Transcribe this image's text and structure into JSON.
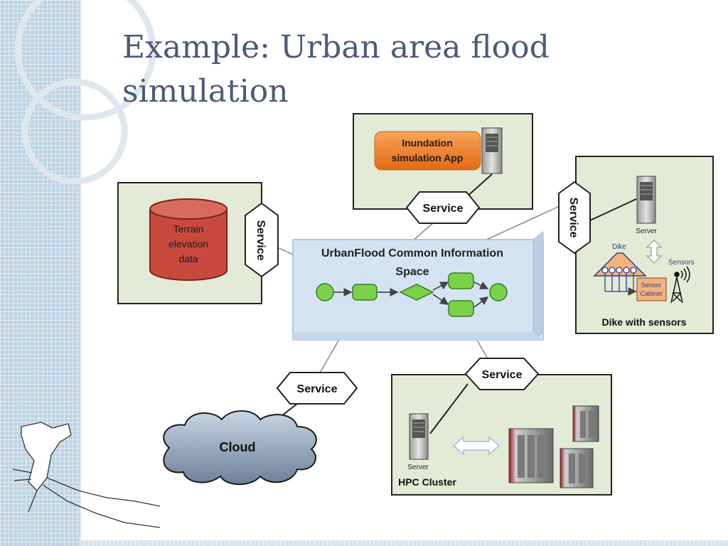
{
  "slide": {
    "title_line1": "Example: Urban area flood",
    "title_line2": "simulation"
  },
  "cis": {
    "title_line1": "UrbanFlood Common Information",
    "title_line2": "Space"
  },
  "terrain": {
    "line1": "Terrain",
    "line2": "elevation",
    "line3": "data",
    "service": "Service"
  },
  "inundation": {
    "line1": "Inundation",
    "line2": "simulation App",
    "service": "Service"
  },
  "dike": {
    "server": "Server",
    "dike": "Dike",
    "sensors": "Sensors",
    "cabinet_line1": "Sensor",
    "cabinet_line2": "Cabinet",
    "caption": "Dike with sensors",
    "service": "Service"
  },
  "hpc": {
    "server": "Server",
    "caption": "HPC Cluster",
    "service": "Service"
  },
  "cloud": {
    "label": "Cloud",
    "service": "Service"
  },
  "colors": {
    "panel": "#e3ead5",
    "cis": "#d3e3f2",
    "node": "#7ad24a",
    "title": "#4a5a7a"
  }
}
